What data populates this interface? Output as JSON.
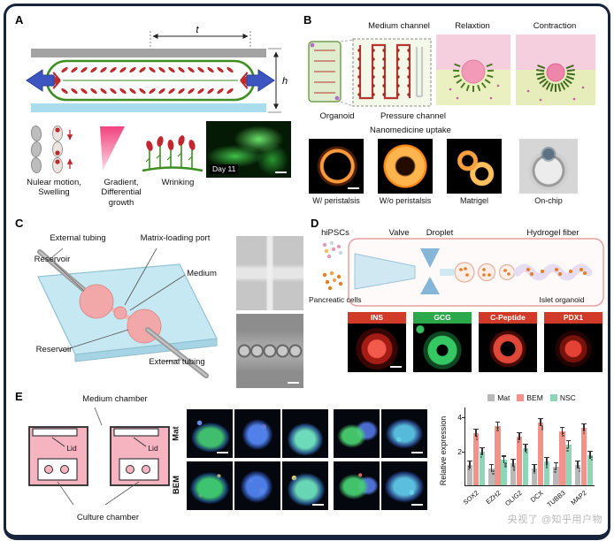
{
  "watermark": "央视了 @知乎用户物",
  "panelA": {
    "label": "A",
    "dim_t": "t",
    "dim_h": "h",
    "caption_motion": "Nulear motion,\nSwelling",
    "caption_gradient": "Gradient,\nDifferential\ngrowth",
    "caption_wrinkling": "Wrinking",
    "day_label": "Day 11"
  },
  "panelB": {
    "label": "B",
    "medium_channel": "Medium channel",
    "organoid": "Organoid",
    "pressure_channel": "Pressure channel",
    "relaxation": "Relaxtion",
    "contraction": "Contraction",
    "nanomedicine_uptake": "Nanomedicine uptake",
    "images": [
      "W/ peristalsis",
      "W/o peristalsis",
      "Matrigel",
      "On-chip"
    ]
  },
  "panelC": {
    "label": "C",
    "external_tubing_top": "External tubing",
    "matrix_loading_port": "Matrix-loading port",
    "reservoir_top": "Reservoir",
    "medium": "Medium",
    "reservoir_bottom": "Reservoir",
    "external_tubing_bottom": "External tubing"
  },
  "panelD": {
    "label": "D",
    "hipscs": "hiPSCs",
    "valve": "Valve",
    "droplet": "Droplet",
    "hydrogel_fiber": "Hydrogel fiber",
    "pancreatic_cells": "Pancreatic cells",
    "islet_organoid": "Islet organoid",
    "markers": [
      "INS",
      "GCG",
      "C-Peptide",
      "PDX1"
    ]
  },
  "panelE": {
    "label": "E",
    "medium_chamber": "Medium chamber",
    "lid": "Lid",
    "culture_chamber": "Culture chamber",
    "row_mat": "Mat",
    "row_bem": "BEM"
  },
  "chart_data": {
    "type": "bar",
    "title": "",
    "ylabel": "Relative expression",
    "categories": [
      "SOX2",
      "EZH2",
      "OLIG2",
      "DCX",
      "TUBB3",
      "MAP2"
    ],
    "series": [
      {
        "name": "Mat",
        "color": "#b8b8b8",
        "values": [
          1.2,
          1.0,
          1.3,
          1.0,
          1.1,
          1.2
        ]
      },
      {
        "name": "BEM",
        "color": "#f2928a",
        "values": [
          3.1,
          3.5,
          2.9,
          3.7,
          3.2,
          3.4
        ]
      },
      {
        "name": "NSC",
        "color": "#8fd6b8",
        "values": [
          2.0,
          1.5,
          2.2,
          1.4,
          2.4,
          1.8
        ]
      }
    ],
    "ylim": [
      0,
      4.6
    ],
    "yticks": [
      2,
      4
    ],
    "legend_position": "top",
    "grid": false
  }
}
